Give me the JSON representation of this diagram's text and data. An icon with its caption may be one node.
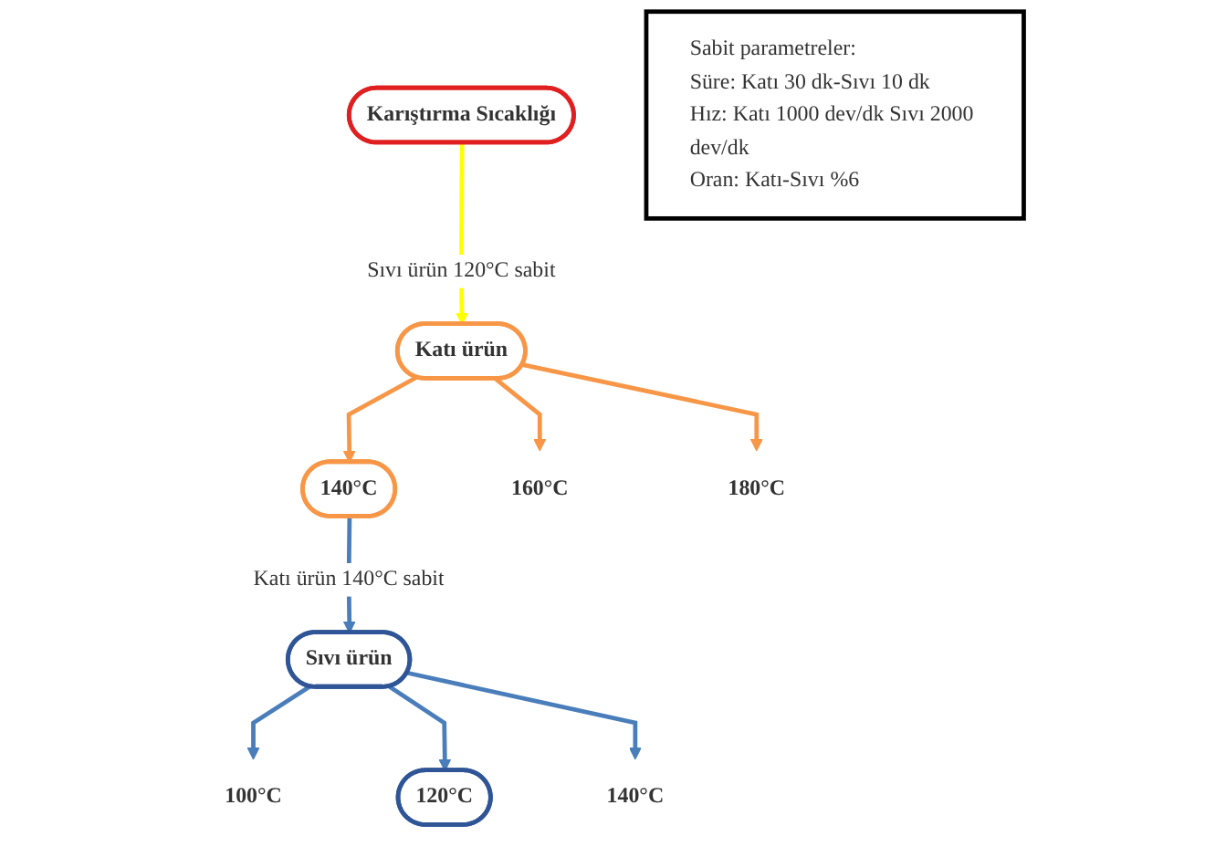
{
  "diagram": {
    "nodes": [
      {
        "text": [
          "Karıştırma Sıcaklığı"
        ]
      },
      {
        "text": [
          "Katı ürün"
        ]
      },
      {
        "text": [
          "140°C"
        ]
      },
      {
        "text": [
          "160°C"
        ]
      },
      {
        "text": [
          "180°C"
        ]
      },
      {
        "text": [
          "Sıvı ürün"
        ]
      },
      {
        "text": [
          "100°C"
        ]
      },
      {
        "text": [
          "120°C"
        ]
      },
      {
        "text": [
          "140°C"
        ]
      },
      {
        "text": [
          "Sabit parametreler:",
          "Süre: Katı 30 dk-Sıvı 10 dk",
          "Hız: Katı 1000 dev/dk Sıvı 2000 dev/dk",
          "Oran: Katı-Sıvı %6"
        ]
      }
    ],
    "edges": [
      {
        "from": 0,
        "to": 1,
        "arrow": "to",
        "label": "Sıvı ürün 120°C sabit",
        "color": "#ffff00"
      },
      {
        "from": 1,
        "to": 2,
        "arrow": "to",
        "color": "#f79646"
      },
      {
        "from": 1,
        "to": 3,
        "arrow": "to",
        "color": "#f79646"
      },
      {
        "from": 1,
        "to": 4,
        "arrow": "to",
        "color": "#f79646"
      },
      {
        "from": 2,
        "to": 5,
        "arrow": "to",
        "label": "Katı ürün 140°C sabit"
      },
      {
        "from": 5,
        "to": 6,
        "arrow": "to"
      },
      {
        "from": 5,
        "to": 7,
        "arrow": "to"
      },
      {
        "from": 5,
        "to": 8,
        "arrow": "to"
      }
    ]
  }
}
